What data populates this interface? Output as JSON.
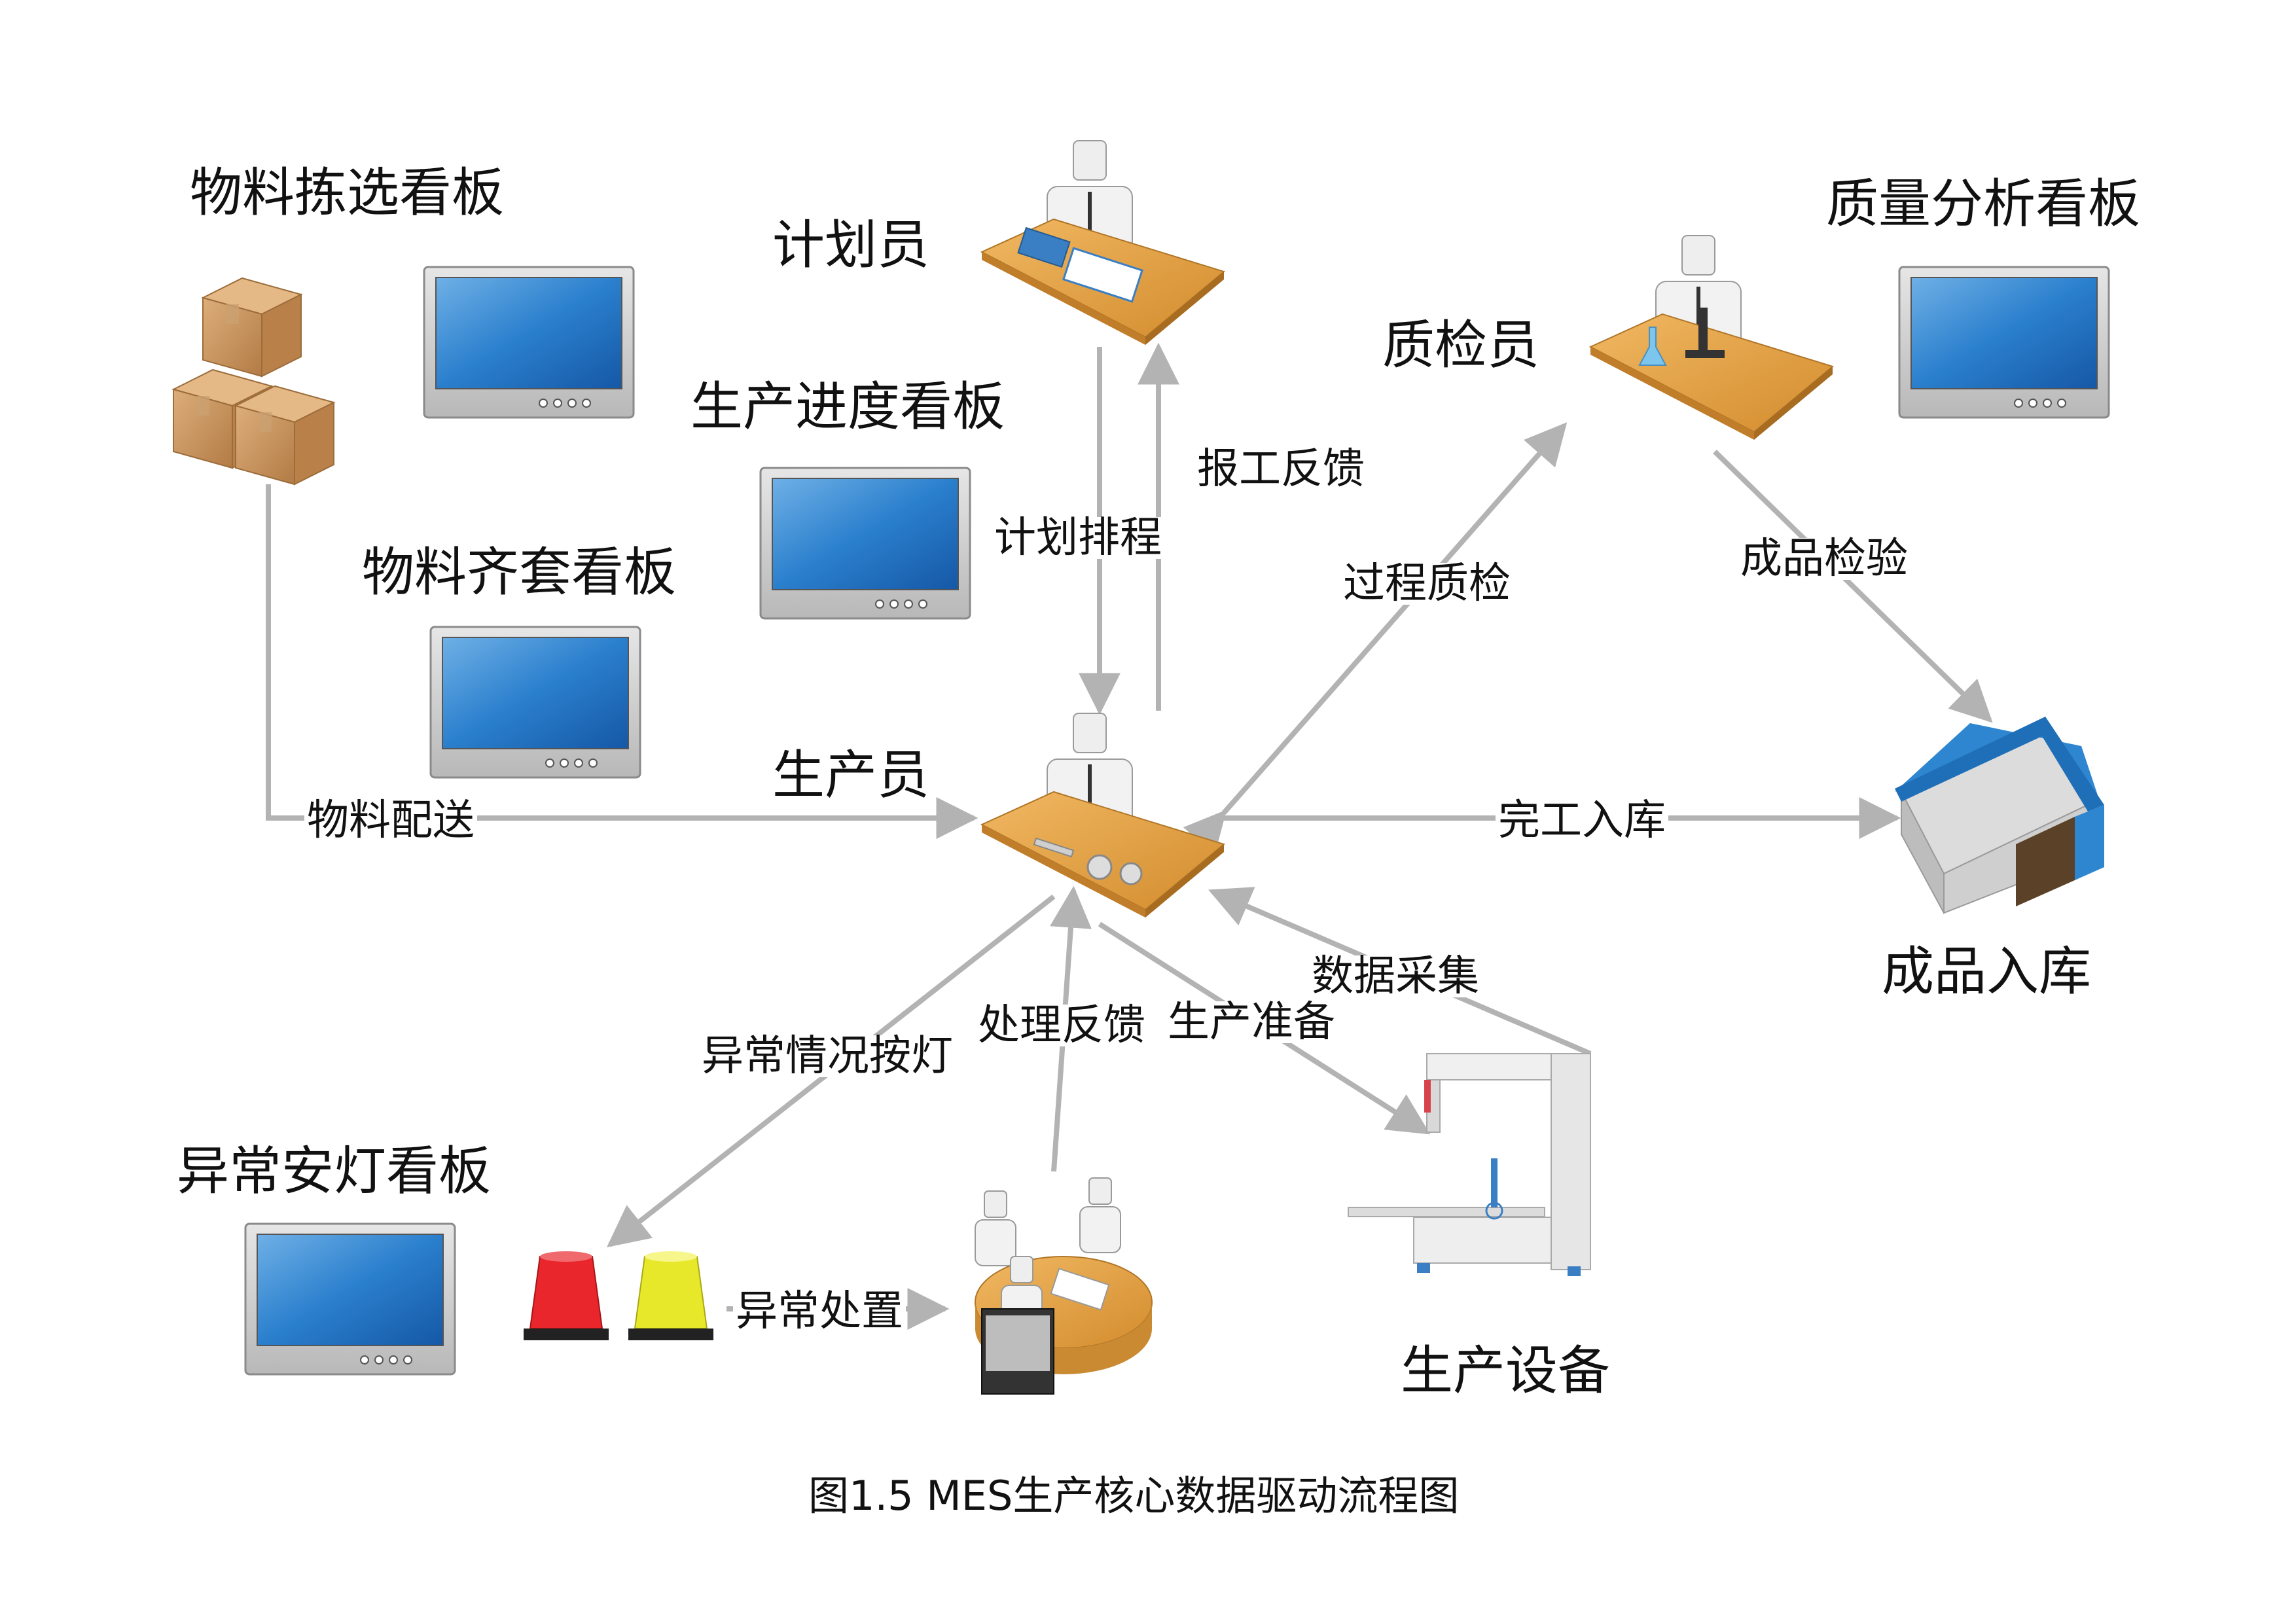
{
  "colors": {
    "arrow": "#b3b3b3",
    "screen": "#1f74c4",
    "desk": "#e8a94f",
    "roof": "#2e86d0",
    "red_light": "#e8262b",
    "yellow_light": "#e8e82a",
    "box": "#c9925a"
  },
  "nodes": {
    "material_pick_board": "物料拣选看板",
    "planner": "计划员",
    "progress_board": "生产进度看板",
    "quality_board": "质量分析看板",
    "inspector": "质检员",
    "material_kit_board": "物料齐套看板",
    "producer": "生产员",
    "finished_storage": "成品入库",
    "andon_board": "异常安灯看板",
    "equipment": "生产设备"
  },
  "edges": {
    "plan_schedule": "计划排程",
    "report_feedback": "报工反馈",
    "process_qc": "过程质检",
    "final_inspection": "成品检验",
    "material_delivery": "物料配送",
    "completion_storage": "完工入库",
    "data_collection": "数据采集",
    "abnormal_button": "异常情况按灯",
    "handling_feedback": "处理反馈",
    "production_prep": "生产准备",
    "abnormal_handling": "异常处置"
  },
  "caption": "图1.5 MES生产核心数据驱动流程图"
}
